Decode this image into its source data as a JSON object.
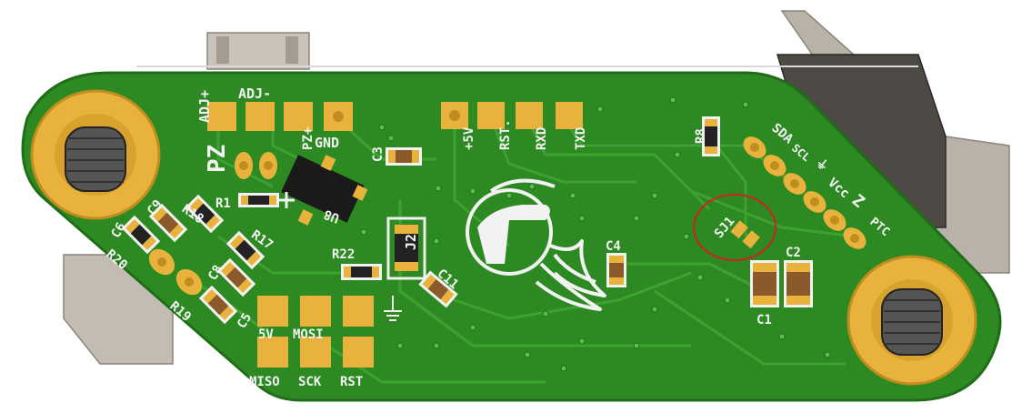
{
  "board": {
    "colors": {
      "background": "#ffffff",
      "soldermask": "#2d8a22",
      "soldermask_dark": "#1f6e17",
      "trace": "#3ea532",
      "pad": "#e8b23c",
      "silkscreen": "#f2f2f2",
      "housing": "#b8b2a8",
      "highlight_ring": "#cc2222"
    },
    "connector_top_labels": [
      "ADJ+",
      "ADJ-",
      "PZ+",
      "GND"
    ],
    "pz_label": "PZ",
    "serial_labels": [
      "+5V",
      "RST.",
      "RXD",
      "TXD"
    ],
    "i2c_labels": [
      "SDA",
      "SCL",
      "⏚",
      "Vcc",
      "Z",
      "PTC"
    ],
    "isp_labels": [
      "5V",
      "MOSI",
      "MISO",
      "SCK",
      "RST"
    ],
    "designators": {
      "r1": "R1",
      "r8": "R8",
      "r17": "R17",
      "r18": "R18",
      "r19": "R19",
      "r20": "R20",
      "r22": "R22",
      "c1": "C1",
      "c2": "C2",
      "c3": "C3",
      "c4": "C4",
      "c5": "C5",
      "c6": "C6",
      "c8": "C8",
      "c9": "C9",
      "c11": "C11",
      "j2": "J2",
      "u8": "U8",
      "sj1": "SJ1"
    }
  }
}
